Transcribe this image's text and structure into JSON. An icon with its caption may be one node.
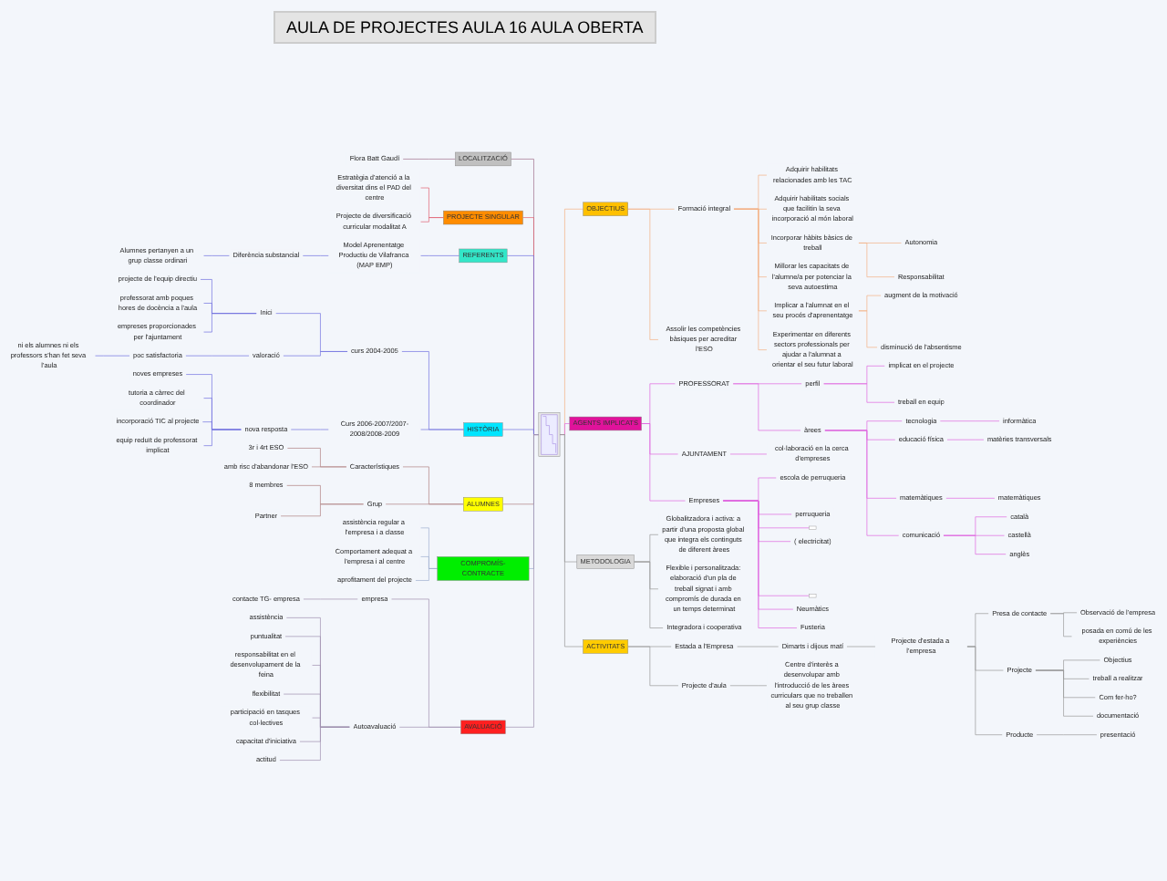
{
  "diagram": {
    "title": "AULA DE PROJECTES AULA 16 AULA OBERTA",
    "nodes": [
      {
        "text": [],
        "shape": "picture"
      },
      {
        "text": [
          "OBJECTIUS"
        ]
      },
      {
        "text": [
          "Formació integral"
        ]
      },
      {
        "text": [
          "Adquirir habilitats relacionades amb les TAC"
        ]
      },
      {
        "text": [
          "Adquirir habilitats socials que facilitin la seva incorporació al món laboral"
        ]
      },
      {
        "text": [
          "Incorporar hàbits bàsics de treball"
        ]
      },
      {
        "text": [
          "Autonomia"
        ]
      },
      {
        "text": [
          "Responsabilitat"
        ]
      },
      {
        "text": [
          "Millorar les capacitats de l'alumne/a per potenciar la seva autoestima"
        ]
      },
      {
        "text": [
          "Implicar a l'alumnat en el seu procés d'aprenentatge"
        ]
      },
      {
        "text": [
          "augment de la motivació"
        ]
      },
      {
        "text": [
          "disminució de l'absentisme"
        ]
      },
      {
        "text": [
          "Experimentar en diferents sectors professionals per ajudar a l'alumnat a orientar el seu futur laboral"
        ]
      },
      {
        "text": [
          "Assolir les competències bàsiques per acreditar l'ESO"
        ]
      },
      {
        "text": [
          "AGENTS IMPLICATS"
        ]
      },
      {
        "text": [
          "PROFESSORAT"
        ]
      },
      {
        "text": [
          "perfil"
        ]
      },
      {
        "text": [
          "implicat en el projecte"
        ]
      },
      {
        "text": [
          "treball en equip"
        ]
      },
      {
        "text": [
          "àrees"
        ]
      },
      {
        "text": [
          "tecnologia"
        ]
      },
      {
        "text": [
          "informàtica"
        ]
      },
      {
        "text": [
          "educació física"
        ]
      },
      {
        "text": [
          "matèries transversals"
        ]
      },
      {
        "text": [
          "matemàtiques"
        ]
      },
      {
        "text": [
          "matemàtiques"
        ]
      },
      {
        "text": [
          "comunicació"
        ]
      },
      {
        "text": [
          "català"
        ]
      },
      {
        "text": [
          "castellà"
        ]
      },
      {
        "text": [
          "anglès"
        ]
      },
      {
        "text": [
          "AJUNTAMENT"
        ]
      },
      {
        "text": [
          "col·laboració en la cerca d'empreses"
        ]
      },
      {
        "text": [
          "Empreses"
        ]
      },
      {
        "text": [
          "escola de perruqueria"
        ]
      },
      {
        "text": [
          "perruqueria"
        ]
      },
      {
        "text": [],
        "shape": "box"
      },
      {
        "text": [
          "( electricitat)"
        ]
      },
      {
        "text": [],
        "shape": "box"
      },
      {
        "text": [
          "Neumàtics"
        ]
      },
      {
        "text": [
          "Fusteria"
        ]
      },
      {
        "text": [
          "METODOLOGIA"
        ]
      },
      {
        "text": [
          "Globalitzadora i activa: a partir d'una proposta global que integra els continguts de diferent àrees"
        ]
      },
      {
        "text": [
          "Flexible i personalitzada: elaboració d'un pla de treball signat i amb compromís de durada en un temps determinat"
        ]
      },
      {
        "text": [
          "Integradora i cooperativa"
        ]
      },
      {
        "text": [
          "ACTIVITATS"
        ]
      },
      {
        "text": [
          "Estada a l'Empresa"
        ]
      },
      {
        "text": [
          "Dimarts i dijous matí"
        ]
      },
      {
        "text": [
          "Projecte d'estada a l'empresa"
        ]
      },
      {
        "text": [
          "Presa de contacte"
        ]
      },
      {
        "text": [
          "Observació de l'empresa"
        ]
      },
      {
        "text": [
          "posada en comú de les experiències"
        ]
      },
      {
        "text": [
          "Projecte"
        ]
      },
      {
        "text": [
          "Objectius"
        ]
      },
      {
        "text": [
          "treball a realitzar"
        ]
      },
      {
        "text": [
          "Com fer-ho?"
        ]
      },
      {
        "text": [
          "documentació"
        ]
      },
      {
        "text": [
          "Producte"
        ]
      },
      {
        "text": [
          "presentació"
        ]
      },
      {
        "text": [
          "Projecte d'aula"
        ]
      },
      {
        "text": [
          "Centre d'interès a desenvolupar amb l'introducció de les àrees curriculars que no treballen al seu grup classe"
        ]
      },
      {
        "text": [
          "LOCALITZACIÓ"
        ]
      },
      {
        "text": [
          "Flora Batt Gaudí"
        ]
      },
      {
        "text": [
          "PROJECTE SINGULAR"
        ]
      },
      {
        "text": [
          "Estratègia d'atenció a la diversitat dins el PAD del centre"
        ]
      },
      {
        "text": [
          "Projecte de diversificació curricular modalitat A"
        ]
      },
      {
        "text": [
          "REFERENTS"
        ]
      },
      {
        "text": [
          "Model Aprenentatge Productiu de Vilafranca (MAP EMP)"
        ]
      },
      {
        "text": [
          "Diferència substancial"
        ]
      },
      {
        "text": [
          "Alumnes pertanyen a un grup classe ordinari"
        ]
      },
      {
        "text": [
          "HISTÒRIA"
        ]
      },
      {
        "text": [
          "curs 2004-2005"
        ]
      },
      {
        "text": [
          "Inici"
        ]
      },
      {
        "text": [
          "projecte de l'equip directiu"
        ]
      },
      {
        "text": [
          "professorat amb poques hores de docència a l'aula"
        ]
      },
      {
        "text": [
          "empreses proporcionades per l'ajuntament"
        ]
      },
      {
        "text": [
          "valoració"
        ]
      },
      {
        "text": [
          "poc satisfactoria"
        ]
      },
      {
        "text": [
          "ni els alumnes ni els professors s'han fet seva l'aula"
        ]
      },
      {
        "text": [
          "Curs 2006-2007/2007-2008/2008-2009"
        ]
      },
      {
        "text": [
          "nova resposta"
        ]
      },
      {
        "text": [
          "noves empreses"
        ]
      },
      {
        "text": [
          "tutoria a càrrec del coordinador"
        ]
      },
      {
        "text": [
          "incorporació TIC al projecte"
        ]
      },
      {
        "text": [
          "equip reduït de professorat implicat"
        ]
      },
      {
        "text": [
          "ALUMNES"
        ]
      },
      {
        "text": [
          "Característiques"
        ]
      },
      {
        "text": [
          "3r i 4rt ESO"
        ]
      },
      {
        "text": [
          "amb risc d'abandonar l'ESO"
        ]
      },
      {
        "text": [
          "Grup"
        ]
      },
      {
        "text": [
          "8 membres"
        ]
      },
      {
        "text": [
          "Partner"
        ]
      },
      {
        "text": [
          "COMPROMÍS-CONTRACTE"
        ]
      },
      {
        "text": [
          "assistència regular a l'empresa i a classe"
        ]
      },
      {
        "text": [
          "Comportament adequat a l'empresa i al centre"
        ]
      },
      {
        "text": [
          "aprofitament del projecte"
        ]
      },
      {
        "text": [
          "AVALUACIÓ"
        ]
      },
      {
        "text": [
          "empresa"
        ]
      },
      {
        "text": [
          "contacte TG- empresa"
        ]
      },
      {
        "text": [
          "Autoavaluació"
        ]
      },
      {
        "text": [
          "assistència"
        ]
      },
      {
        "text": [
          "puntualitat"
        ]
      },
      {
        "text": [
          "responsabilitat en el desenvolupament de la feina"
        ]
      },
      {
        "text": [
          "flexibilitat"
        ]
      },
      {
        "text": [
          "participació en tasques col·lectives"
        ]
      },
      {
        "text": [
          "capacitat d'iniciativa"
        ]
      },
      {
        "text": [
          "actitud"
        ]
      }
    ],
    "edges": [
      {
        "from": 0,
        "to": 1,
        "arrow": "none",
        "color": "#f4b183"
      },
      {
        "from": 1,
        "to": 2,
        "arrow": "none",
        "color": "#f4b183"
      },
      {
        "from": 2,
        "to": 3,
        "arrow": "none",
        "color": "#f4b183"
      },
      {
        "from": 2,
        "to": 4,
        "arrow": "none",
        "color": "#f4b183"
      },
      {
        "from": 2,
        "to": 5,
        "arrow": "none",
        "color": "#f4b183"
      },
      {
        "from": 5,
        "to": 6,
        "arrow": "none",
        "color": "#f4b183"
      },
      {
        "from": 5,
        "to": 7,
        "arrow": "none",
        "color": "#f4b183"
      },
      {
        "from": 2,
        "to": 8,
        "arrow": "none",
        "color": "#f4b183"
      },
      {
        "from": 2,
        "to": 9,
        "arrow": "none",
        "color": "#f4b183"
      },
      {
        "from": 9,
        "to": 10,
        "arrow": "none",
        "color": "#f4b183"
      },
      {
        "from": 9,
        "to": 11,
        "arrow": "none",
        "color": "#f4b183"
      },
      {
        "from": 2,
        "to": 12,
        "arrow": "none",
        "color": "#f4b183"
      },
      {
        "from": 1,
        "to": 13,
        "arrow": "none",
        "color": "#f4b183"
      },
      {
        "from": 0,
        "to": 14,
        "arrow": "none",
        "color": "#e066e0"
      },
      {
        "from": 14,
        "to": 15,
        "arrow": "none",
        "color": "#e066e0"
      },
      {
        "from": 15,
        "to": 16,
        "arrow": "none",
        "color": "#e066e0"
      },
      {
        "from": 16,
        "to": 17,
        "arrow": "none",
        "color": "#e066e0"
      },
      {
        "from": 16,
        "to": 18,
        "arrow": "none",
        "color": "#e066e0"
      },
      {
        "from": 15,
        "to": 19,
        "arrow": "none",
        "color": "#e066e0"
      },
      {
        "from": 19,
        "to": 20,
        "arrow": "none",
        "color": "#e066e0"
      },
      {
        "from": 20,
        "to": 21,
        "arrow": "none",
        "color": "#e066e0"
      },
      {
        "from": 19,
        "to": 22,
        "arrow": "none",
        "color": "#e066e0"
      },
      {
        "from": 22,
        "to": 23,
        "arrow": "none",
        "color": "#e066e0"
      },
      {
        "from": 19,
        "to": 24,
        "arrow": "none",
        "color": "#e066e0"
      },
      {
        "from": 24,
        "to": 25,
        "arrow": "none",
        "color": "#e066e0"
      },
      {
        "from": 19,
        "to": 26,
        "arrow": "none",
        "color": "#e066e0"
      },
      {
        "from": 26,
        "to": 27,
        "arrow": "none",
        "color": "#e066e0"
      },
      {
        "from": 26,
        "to": 28,
        "arrow": "none",
        "color": "#e066e0"
      },
      {
        "from": 26,
        "to": 29,
        "arrow": "none",
        "color": "#e066e0"
      },
      {
        "from": 14,
        "to": 30,
        "arrow": "none",
        "color": "#e066e0"
      },
      {
        "from": 30,
        "to": 31,
        "arrow": "none",
        "color": "#e066e0"
      },
      {
        "from": 14,
        "to": 32,
        "arrow": "none",
        "color": "#e066e0"
      },
      {
        "from": 32,
        "to": 33,
        "arrow": "none",
        "color": "#e066e0"
      },
      {
        "from": 32,
        "to": 34,
        "arrow": "none",
        "color": "#e066e0"
      },
      {
        "from": 32,
        "to": 35,
        "arrow": "none",
        "color": "#e066e0"
      },
      {
        "from": 32,
        "to": 36,
        "arrow": "none",
        "color": "#e066e0"
      },
      {
        "from": 32,
        "to": 37,
        "arrow": "none",
        "color": "#e066e0"
      },
      {
        "from": 32,
        "to": 38,
        "arrow": "none",
        "color": "#e066e0"
      },
      {
        "from": 32,
        "to": 39,
        "arrow": "none",
        "color": "#e066e0"
      },
      {
        "from": 0,
        "to": 40,
        "arrow": "none",
        "color": "#999999"
      },
      {
        "from": 40,
        "to": 41,
        "arrow": "none",
        "color": "#999999"
      },
      {
        "from": 40,
        "to": 42,
        "arrow": "none",
        "color": "#999999"
      },
      {
        "from": 40,
        "to": 43,
        "arrow": "none",
        "color": "#999999"
      },
      {
        "from": 0,
        "to": 44,
        "arrow": "none",
        "color": "#999999"
      },
      {
        "from": 44,
        "to": 45,
        "arrow": "none",
        "color": "#999999"
      },
      {
        "from": 45,
        "to": 46,
        "arrow": "none",
        "color": "#999999"
      },
      {
        "from": 46,
        "to": 47,
        "arrow": "none",
        "color": "#999999"
      },
      {
        "from": 47,
        "to": 48,
        "arrow": "none",
        "color": "#999999"
      },
      {
        "from": 48,
        "to": 49,
        "arrow": "none",
        "color": "#999999"
      },
      {
        "from": 48,
        "to": 50,
        "arrow": "none",
        "color": "#999999"
      },
      {
        "from": 47,
        "to": 51,
        "arrow": "none",
        "color": "#999999"
      },
      {
        "from": 51,
        "to": 52,
        "arrow": "none",
        "color": "#999999"
      },
      {
        "from": 51,
        "to": 53,
        "arrow": "none",
        "color": "#999999"
      },
      {
        "from": 51,
        "to": 54,
        "arrow": "none",
        "color": "#999999"
      },
      {
        "from": 51,
        "to": 55,
        "arrow": "none",
        "color": "#999999"
      },
      {
        "from": 47,
        "to": 56,
        "arrow": "none",
        "color": "#999999"
      },
      {
        "from": 56,
        "to": 57,
        "arrow": "none",
        "color": "#999999"
      },
      {
        "from": 44,
        "to": 58,
        "arrow": "none",
        "color": "#999999"
      },
      {
        "from": 58,
        "to": 59,
        "arrow": "none",
        "color": "#999999"
      },
      {
        "from": 60,
        "to": 0,
        "arrow": "none",
        "color": "#a0708a"
      },
      {
        "from": 61,
        "to": 60,
        "arrow": "none",
        "color": "#a0708a"
      },
      {
        "from": 62,
        "to": 0,
        "arrow": "none",
        "color": "#e06070"
      },
      {
        "from": 63,
        "to": 62,
        "arrow": "none",
        "color": "#e06070"
      },
      {
        "from": 64,
        "to": 62,
        "arrow": "none",
        "color": "#e06070"
      },
      {
        "from": 65,
        "to": 0,
        "arrow": "none",
        "color": "#7070e0"
      },
      {
        "from": 66,
        "to": 65,
        "arrow": "none",
        "color": "#7070e0"
      },
      {
        "from": 67,
        "to": 66,
        "arrow": "none",
        "color": "#7070e0"
      },
      {
        "from": 68,
        "to": 67,
        "arrow": "none",
        "color": "#7070e0"
      },
      {
        "from": 69,
        "to": 0,
        "arrow": "none",
        "color": "#7070e0"
      },
      {
        "from": 70,
        "to": 69,
        "arrow": "none",
        "color": "#7070e0"
      },
      {
        "from": 71,
        "to": 70,
        "arrow": "none",
        "color": "#7070e0"
      },
      {
        "from": 72,
        "to": 71,
        "arrow": "none",
        "color": "#7070e0"
      },
      {
        "from": 73,
        "to": 71,
        "arrow": "none",
        "color": "#7070e0"
      },
      {
        "from": 74,
        "to": 71,
        "arrow": "none",
        "color": "#7070e0"
      },
      {
        "from": 75,
        "to": 70,
        "arrow": "none",
        "color": "#7070e0"
      },
      {
        "from": 76,
        "to": 75,
        "arrow": "none",
        "color": "#7070e0"
      },
      {
        "from": 77,
        "to": 76,
        "arrow": "none",
        "color": "#7070e0"
      },
      {
        "from": 78,
        "to": 69,
        "arrow": "none",
        "color": "#7070e0"
      },
      {
        "from": 79,
        "to": 78,
        "arrow": "none",
        "color": "#7070e0"
      },
      {
        "from": 80,
        "to": 79,
        "arrow": "none",
        "color": "#7070e0"
      },
      {
        "from": 81,
        "to": 79,
        "arrow": "none",
        "color": "#7070e0"
      },
      {
        "from": 82,
        "to": 79,
        "arrow": "none",
        "color": "#7070e0"
      },
      {
        "from": 83,
        "to": 79,
        "arrow": "none",
        "color": "#7070e0"
      },
      {
        "from": 84,
        "to": 0,
        "arrow": "none",
        "color": "#b08080"
      },
      {
        "from": 85,
        "to": 84,
        "arrow": "none",
        "color": "#b08080"
      },
      {
        "from": 86,
        "to": 85,
        "arrow": "none",
        "color": "#b08080"
      },
      {
        "from": 87,
        "to": 85,
        "arrow": "none",
        "color": "#b08080"
      },
      {
        "from": 88,
        "to": 84,
        "arrow": "none",
        "color": "#b08080"
      },
      {
        "from": 89,
        "to": 88,
        "arrow": "none",
        "color": "#b08080"
      },
      {
        "from": 90,
        "to": 88,
        "arrow": "none",
        "color": "#b08080"
      },
      {
        "from": 91,
        "to": 0,
        "arrow": "none",
        "color": "#a0b0d0"
      },
      {
        "from": 92,
        "to": 91,
        "arrow": "none",
        "color": "#a0b0d0"
      },
      {
        "from": 93,
        "to": 91,
        "arrow": "none",
        "color": "#a0b0d0"
      },
      {
        "from": 94,
        "to": 91,
        "arrow": "none",
        "color": "#a0b0d0"
      },
      {
        "from": 95,
        "to": 0,
        "arrow": "none",
        "color": "#a090b0"
      },
      {
        "from": 96,
        "to": 95,
        "arrow": "none",
        "color": "#a090b0"
      },
      {
        "from": 97,
        "to": 96,
        "arrow": "none",
        "color": "#a090b0"
      },
      {
        "from": 98,
        "to": 95,
        "arrow": "none",
        "color": "#a090b0"
      },
      {
        "from": 99,
        "to": 98,
        "arrow": "none",
        "color": "#a090b0"
      },
      {
        "from": 100,
        "to": 98,
        "arrow": "none",
        "color": "#a090b0"
      },
      {
        "from": 101,
        "to": 98,
        "arrow": "none",
        "color": "#a090b0"
      },
      {
        "from": 102,
        "to": 98,
        "arrow": "none",
        "color": "#a090b0"
      },
      {
        "from": 103,
        "to": 98,
        "arrow": "none",
        "color": "#a090b0"
      },
      {
        "from": 104,
        "to": 98,
        "arrow": "none",
        "color": "#a090b0"
      },
      {
        "from": 105,
        "to": 98,
        "arrow": "none",
        "color": "#a090b0"
      }
    ]
  }
}
